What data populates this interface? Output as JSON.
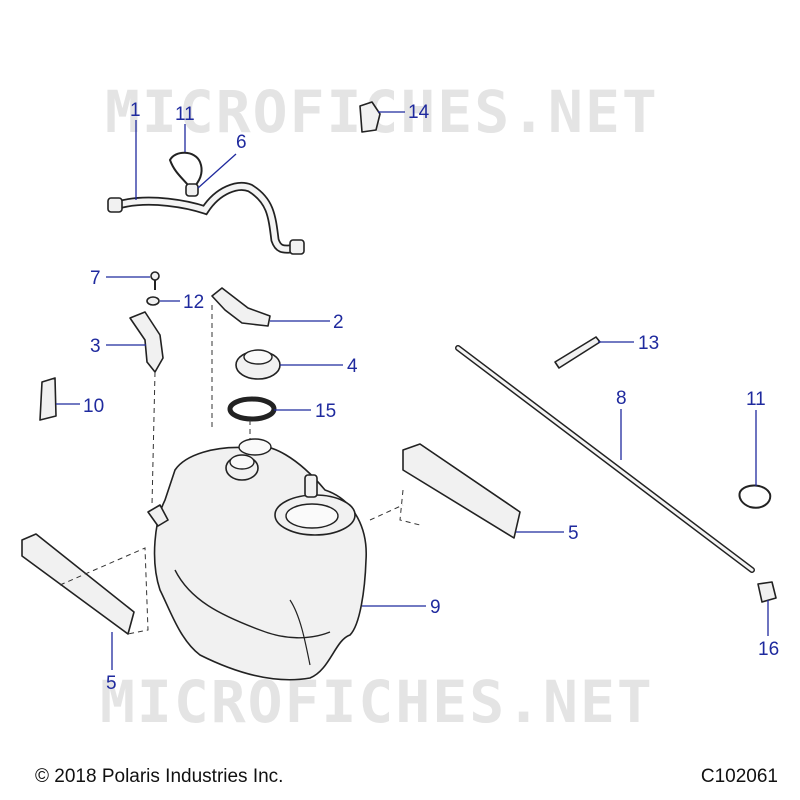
{
  "watermark": "MICROFICHES.NET",
  "copyright": "© 2018 Polaris Industries Inc.",
  "figure_code": "C102061",
  "callouts": {
    "c1": "1",
    "c11a": "11",
    "c6": "6",
    "c14": "14",
    "c7": "7",
    "c12": "12",
    "c2": "2",
    "c3": "3",
    "c4": "4",
    "c15": "15",
    "c10": "10",
    "c13": "13",
    "c8": "8",
    "c11b": "11",
    "c5a": "5",
    "c9": "9",
    "c5b": "5",
    "c16": "16"
  },
  "colors": {
    "callout": "#1f2a9e",
    "watermark": "#e4e4e4",
    "outline": "#222222"
  }
}
